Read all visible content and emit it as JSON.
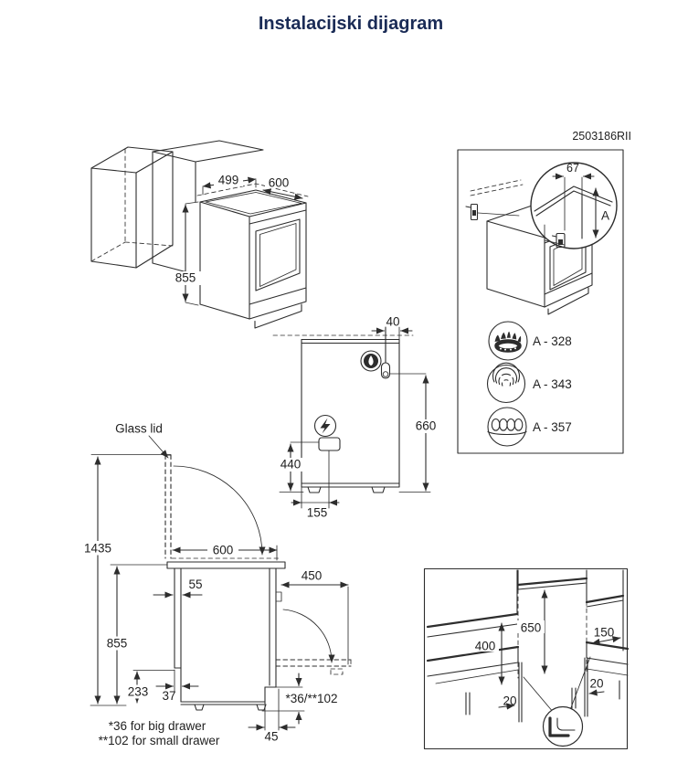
{
  "title": "Instalacijski dijagram",
  "part_number": "2503186RII",
  "colors": {
    "title": "#1a2b56",
    "line": "#2d2d2d",
    "background": "#ffffff"
  },
  "iso_view": {
    "niche_width": "499",
    "top_depth": "600",
    "height": "855"
  },
  "rear_view": {
    "gas_offset_right": "40",
    "gas_height": "660",
    "electric_height": "440",
    "electric_offset_left": "155"
  },
  "side_view": {
    "glass_lid": "Glass lid",
    "height_lid_open": "1435",
    "depth": "600",
    "rear_wall_gap": "55",
    "open_door_depth": "450",
    "height": "855",
    "plinth_height": "233",
    "rear_recess_depth": "37",
    "front_recess": "*36/**102",
    "foot_offset": "45",
    "footnote_1": "*36 for big drawer",
    "footnote_2": "**102 for small drawer"
  },
  "corner_detail_panel": {
    "corner_width": "67",
    "height_ref": "A",
    "variants": [
      {
        "icon": "gas-burner-icon",
        "label": "A - 328"
      },
      {
        "icon": "radiant-element-icon",
        "label": "A - 343"
      },
      {
        "icon": "coil-element-icon",
        "label": "A - 357"
      }
    ]
  },
  "clearance_panel": {
    "wall_height": "400",
    "hood_height": "650",
    "side_distance": "150",
    "gap_right": "20",
    "gap_left": "20"
  }
}
